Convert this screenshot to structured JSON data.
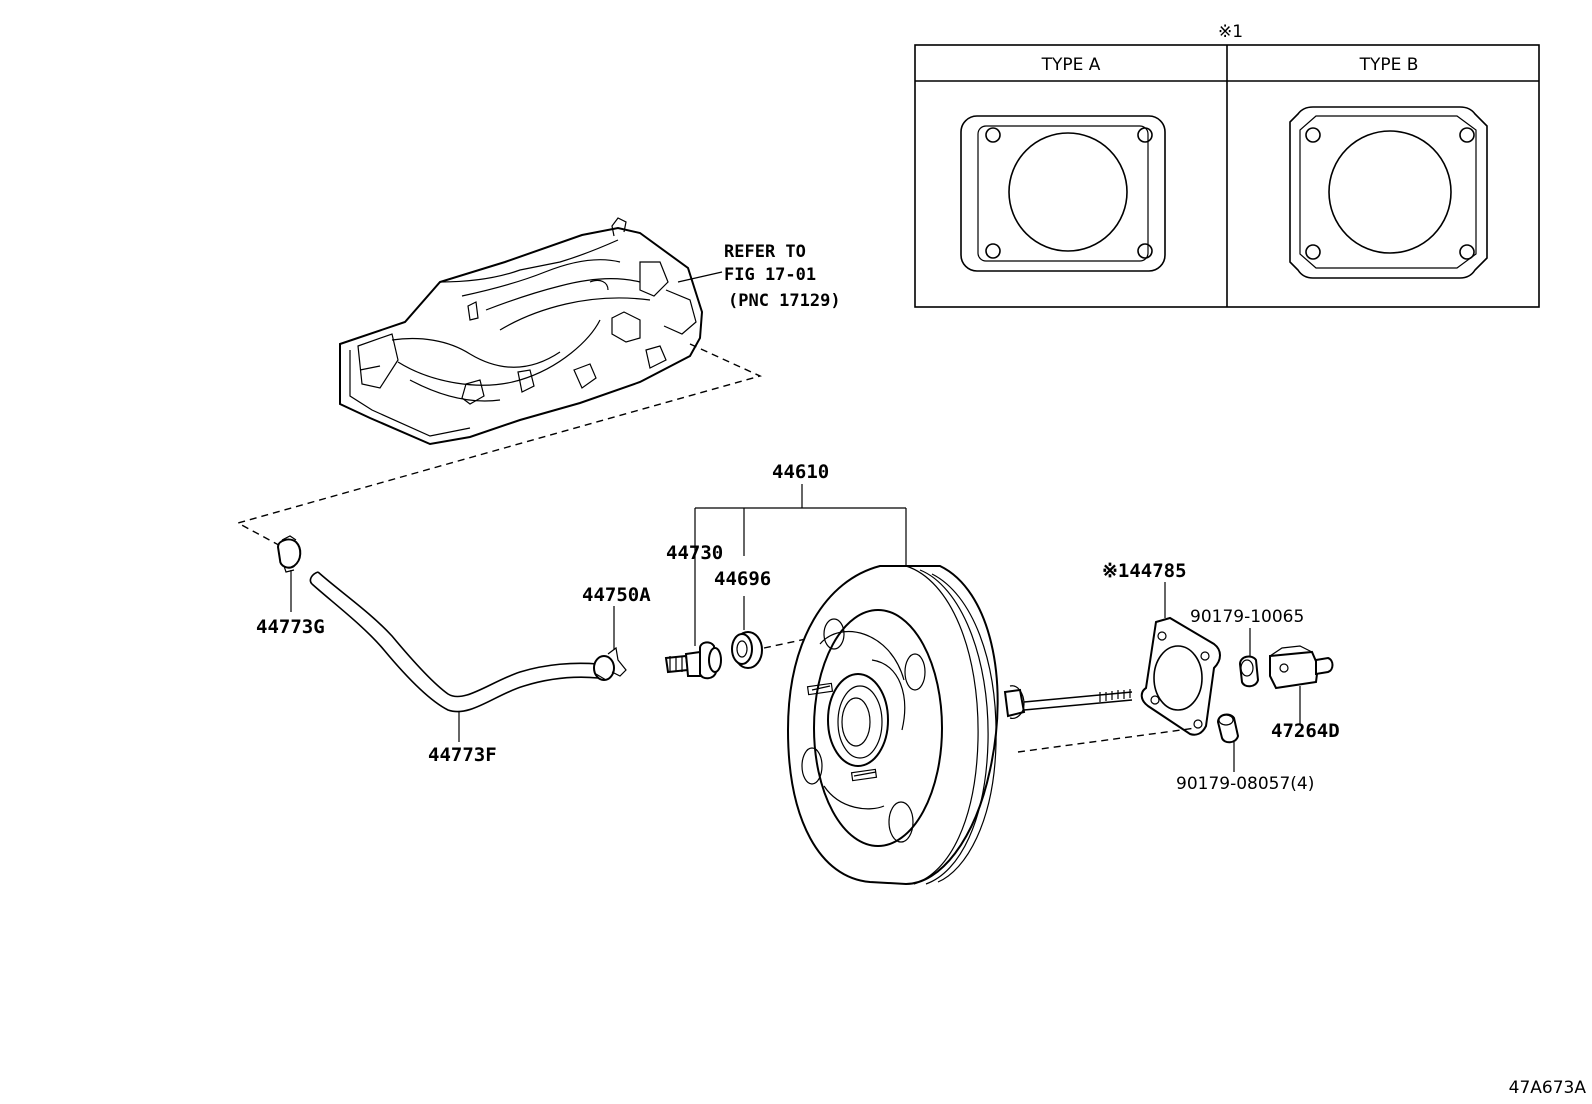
{
  "variants": {
    "marker": "※1",
    "type_a": "TYPE A",
    "type_b": "TYPE B"
  },
  "reference": {
    "line1": "REFER TO",
    "line2": "FIG 17-01",
    "line3": "(PNC 17129)"
  },
  "parts": {
    "p44610": "44610",
    "p44730": "44730",
    "p44696": "44696",
    "p44750A": "44750A",
    "p44773G": "44773G",
    "p44773F": "44773F",
    "p44785": "※144785",
    "p90179_10065": "90179-10065",
    "p47264D": "47264D",
    "p90179_08057": "90179-08057(4)"
  },
  "diagram_code": "47A673A"
}
